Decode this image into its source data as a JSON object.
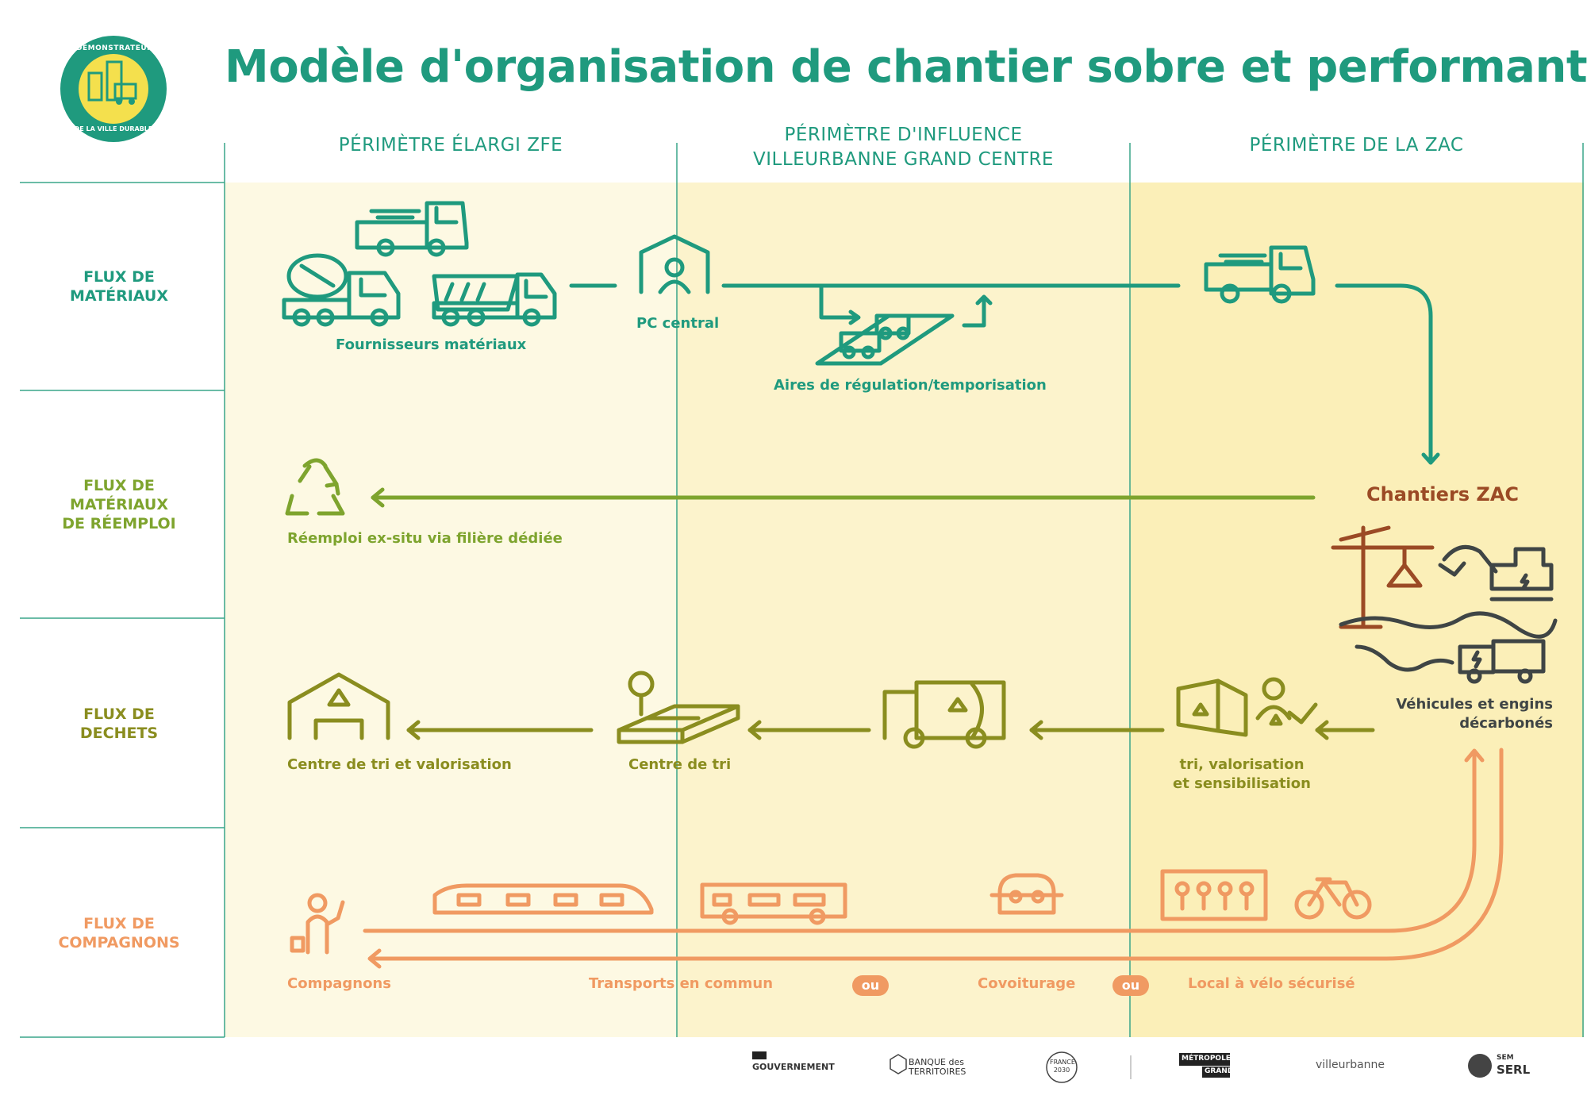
{
  "title": "Modèle d'organisation de chantier sobre et performant",
  "badge": {
    "top_text": "DÉMONSTRATEURS",
    "bottom_text": "DE LA VILLE DURABLE"
  },
  "columns": [
    {
      "label": "PÉRIMÈTRE ÉLARGI ZFE"
    },
    {
      "label_line1": "PÉRIMÈTRE D'INFLUENCE",
      "label_line2": "VILLEURBANNE GRAND CENTRE"
    },
    {
      "label": "PÉRIMÈTRE DE LA ZAC"
    }
  ],
  "rows": [
    {
      "line1": "FLUX DE",
      "line2": "MATÉRIAUX",
      "color": "#1f9a7e"
    },
    {
      "line1": "FLUX DE",
      "line2": "MATÉRIAUX",
      "line3": "DE RÉEMPLOI",
      "color": "#7ea42e"
    },
    {
      "line1": "FLUX DE",
      "line2": "DECHETS",
      "color": "#8a8d1f"
    },
    {
      "line1": "FLUX DE",
      "line2": "COMPAGNONS",
      "color": "#f09a62"
    }
  ],
  "labels": {
    "fournisseurs": "Fournisseurs matériaux",
    "pc_central": "PC central",
    "aires": "Aires de régulation/temporisation",
    "chantiers": "Chantiers ZAC",
    "reemploi": "Réemploi ex-situ via filière dédiée",
    "vehicules_line1": "Véhicules et engins",
    "vehicules_line2": "décarbonés",
    "centre_tri_valorisation": "Centre de tri et valorisation",
    "centre_tri": "Centre de tri",
    "tri_line1": "tri, valorisation",
    "tri_line2": "et sensibilisation",
    "compagnons": "Compagnons",
    "transports": "Transports en commun",
    "ou": "ou",
    "covoiturage": "Covoiturage",
    "velo": "Local à vélo sécurisé"
  },
  "logos": {
    "gouvernement": "GOUVERNEMENT",
    "banque": "BANQUE des TERRITOIRES",
    "france2030": "FRANCE 2030",
    "metropole_line1": "MÉTROPOLE",
    "metropole_line2": "GRAND LYON",
    "villeurbanne": "villeurbanne",
    "serl_line1": "SEM",
    "serl_line2": "SERL"
  },
  "colors": {
    "teal": "#1f9a7e",
    "green": "#7ea42e",
    "olive": "#8a8d1f",
    "orange": "#f09a62",
    "brown": "#9b4a25",
    "bg_col1": "#fdf9e3",
    "bg_col2": "#fcf3cc",
    "bg_col3": "#fbefb8"
  }
}
